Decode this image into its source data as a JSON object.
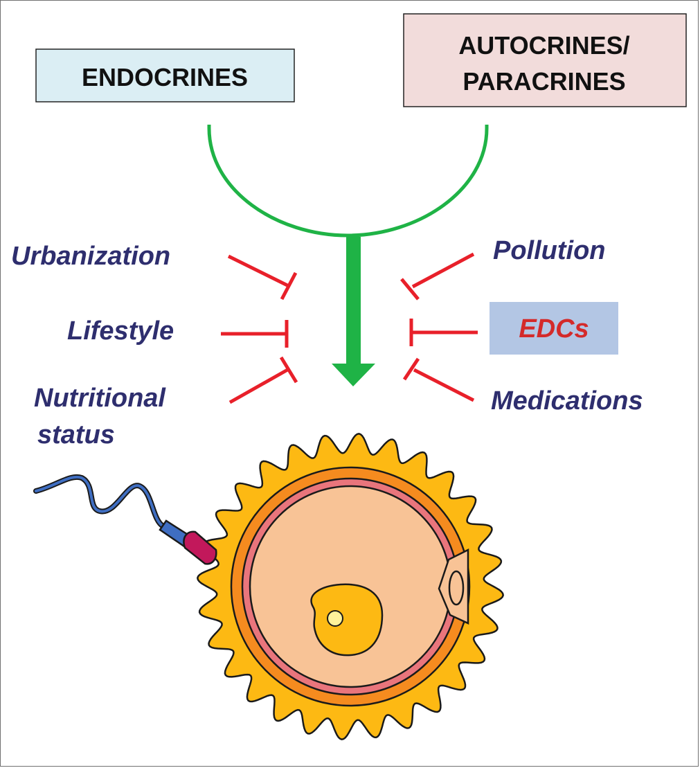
{
  "boxes": {
    "endocrines": "ENDOCRINES",
    "autocrines_line1": "AUTOCRINES/",
    "autocrines_line2": "PARACRINES"
  },
  "left_factors": {
    "urbanization": "Urbanization",
    "lifestyle": "Lifestyle",
    "nutritional_line1": "Nutritional",
    "nutritional_line2": "status"
  },
  "right_factors": {
    "pollution": "Pollution",
    "edcs": "EDCs",
    "medications": "Medications"
  },
  "colors": {
    "green": "#1fb346",
    "inhibit_red": "#e8202a",
    "label_blue": "#2e2e6e",
    "edcs_red": "#d42a2a",
    "endocrine_box": "#dbeef4",
    "autocrine_box": "#f2dcdb",
    "edcs_box": "#b3c6e4",
    "corona": "#fdb913",
    "zona": "#f58b1f",
    "membrane": "#e9757c",
    "cytoplasm": "#f8c396",
    "nucleus": "#fdb913",
    "nucleolus": "#fff29a",
    "sperm_tail": "#3f6ec2",
    "sperm_head": "#c2185b"
  }
}
